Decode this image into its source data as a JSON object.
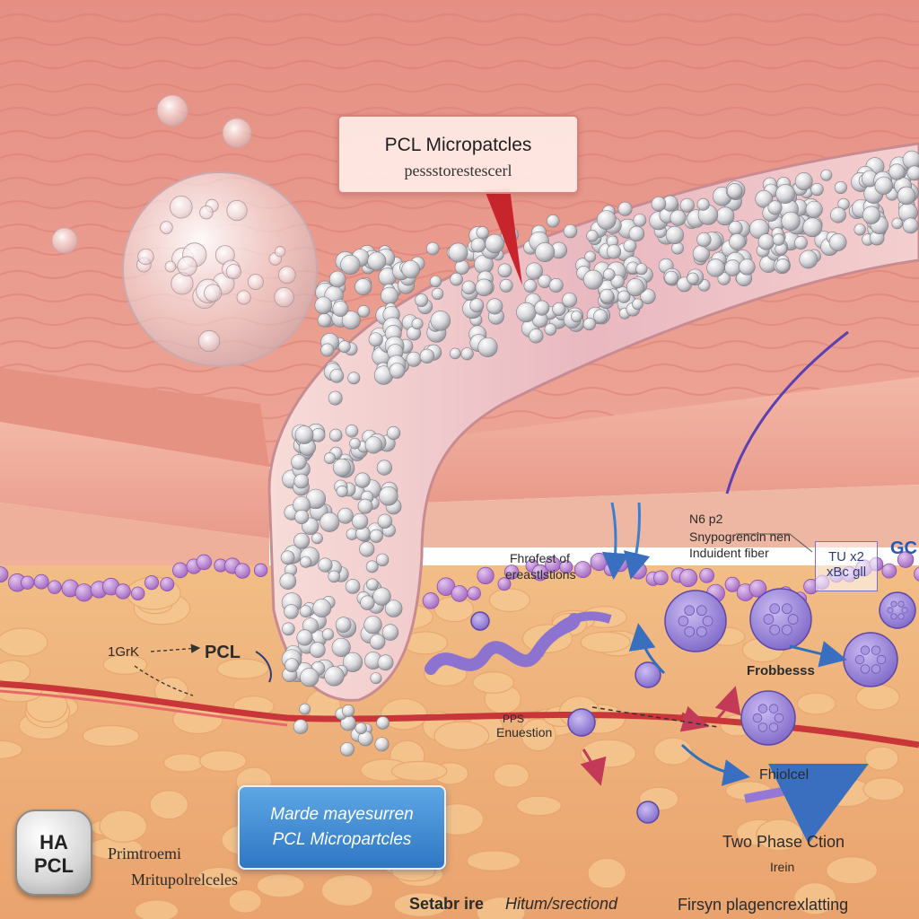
{
  "callout_top": {
    "title": "PCL Micropatcles",
    "subtitle": "pessstorestescerl"
  },
  "callout_blue": {
    "line1": "Marde mayesurren",
    "line2": "PCL Micropartcles"
  },
  "badge": {
    "line1": "HA",
    "line2": "PCL"
  },
  "labels": {
    "left_key": "1GrK",
    "pcl": "PCL",
    "primtroemi": "Primtroemi",
    "mritupolrelceles": "Mritupolrelceles",
    "setabr": "Setabr ire",
    "hitum": "Hitum/srectiond",
    "n6p2": "N6 p2",
    "snypogrencin": "Snypogrencin nen",
    "induident": "Induident fiber",
    "gc": "GC",
    "fhrofest": "Fhrofest of",
    "ereastions": "ereastlstions",
    "frobbesss": "Frobbesss",
    "pps": "PPS",
    "enuestion": "Enuestion",
    "fhiolcel": "Fhiolcel",
    "two_phase": "Two Phase Ction",
    "irein": "Irein",
    "firsyn": "Firsyn plagencrexlatting"
  },
  "box": {
    "line1": "TU  x2",
    "line2": "xBc gll"
  },
  "colors": {
    "tissue_top": "#e89b8d",
    "tissue_mid": "#f0b3a0",
    "tissue_low": "#f3c486",
    "capsule": "#f5d6d2",
    "cell": "#9c86d8",
    "accent_blue": "#2f77c4",
    "vessel_red": "#c9363a"
  }
}
